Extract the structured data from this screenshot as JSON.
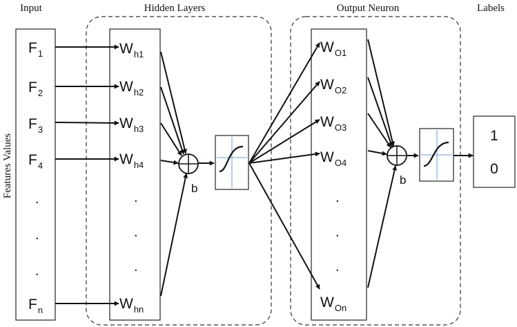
{
  "headers": {
    "input": "Input",
    "hidden": "Hidden Layers",
    "output": "Output Neuron",
    "labels": "Labels"
  },
  "side_label": "Features Values",
  "features": [
    {
      "base": "F",
      "sub": "1"
    },
    {
      "base": "F",
      "sub": "2"
    },
    {
      "base": "F",
      "sub": "3"
    },
    {
      "base": "F",
      "sub": "4"
    },
    {
      "base": "F",
      "sub": "n"
    }
  ],
  "hidden_weights": [
    {
      "base": "W",
      "sub": "h1"
    },
    {
      "base": "W",
      "sub": "h2"
    },
    {
      "base": "W",
      "sub": "h3"
    },
    {
      "base": "W",
      "sub": "h4"
    },
    {
      "base": "W",
      "sub": "hn"
    }
  ],
  "output_weights": [
    {
      "base": "W",
      "sub": "O1"
    },
    {
      "base": "W",
      "sub": "O2"
    },
    {
      "base": "W",
      "sub": "O3"
    },
    {
      "base": "W",
      "sub": "O4"
    },
    {
      "base": "W",
      "sub": "On"
    }
  ],
  "ellipsis": ".",
  "bias": "b",
  "output_labels": [
    "1",
    "0"
  ]
}
